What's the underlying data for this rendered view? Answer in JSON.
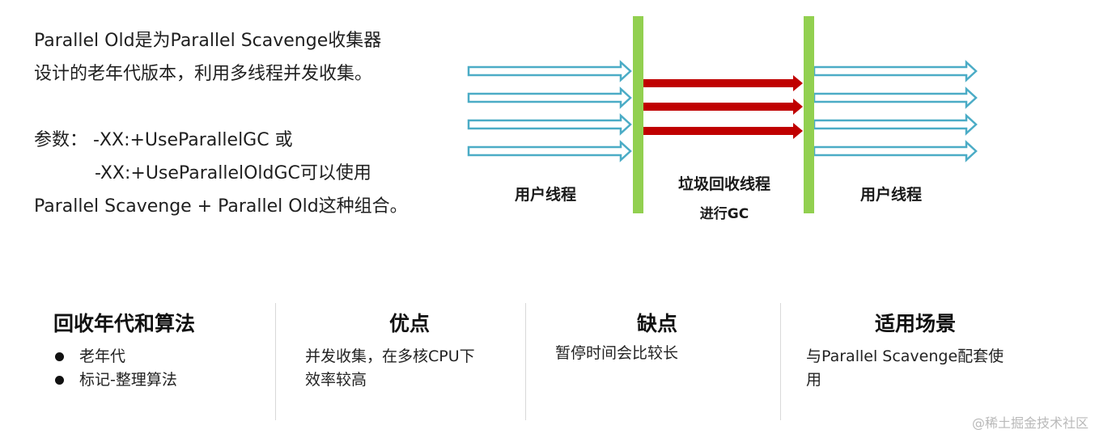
{
  "intro": {
    "line1": "Parallel Old是为Parallel Scavenge收集器",
    "line2": "设计的老年代版本，利用多线程并发收集。",
    "line3": "参数：  -XX:+UseParallelGC  或",
    "line4": "-XX:+UseParallelOldGC可以使用",
    "line5": "Parallel Scavenge + Parallel Old这种组合。"
  },
  "diagram": {
    "left_label": "用户线程",
    "gc_title": "垃圾回收线程",
    "gc_subtitle": "进行GC",
    "right_label": "用户线程",
    "colors": {
      "user_thread_arrow": "#4bacc6",
      "gc_thread_arrow": "#c00000",
      "safepoint_bar": "#92d050"
    }
  },
  "summary": {
    "generation": {
      "heading": "回收年代和算法",
      "items": [
        "老年代",
        "标记-整理算法"
      ]
    },
    "pros": {
      "heading": "优点",
      "line1": "并发收集，在多核CPU下",
      "line2": "效率较高"
    },
    "cons": {
      "heading": "缺点",
      "text": "暂停时间会比较长"
    },
    "usage": {
      "heading": "适用场景",
      "line1": "与Parallel Scavenge配套使",
      "line2": "用"
    }
  },
  "watermark": "@稀土掘金技术社区"
}
